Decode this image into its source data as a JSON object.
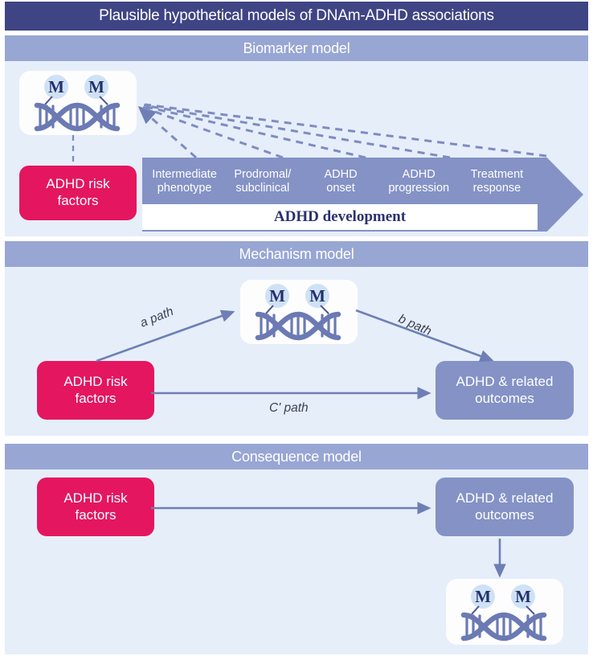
{
  "figure": {
    "title": "Plausible hypothetical models of DNAm-ADHD associations",
    "colors": {
      "title_bar": "#3f4484",
      "section_bar": "#98a6d4",
      "panel_background": "#e6eefa",
      "risk_box": "#e4165f",
      "outcome_box": "#8492c5",
      "arrow": "#6e7fb5",
      "dna_strand": "#6b7ab4",
      "methyl_circle": "#cfe2f5",
      "methyl_letter": "#23306e",
      "development_text": "#2b3170"
    }
  },
  "sections": [
    {
      "id": "biomarker",
      "title": "Biomarker model",
      "risk_box": "ADHD risk\nfactors",
      "risk_box_lines": [
        "ADHD risk",
        "factors"
      ],
      "dna_icon": "dna-methylation-icon",
      "methyl_labels": [
        "M",
        "M"
      ],
      "timeline": {
        "stages": [
          [
            "Intermediate",
            "phenotype"
          ],
          [
            "Prodromal/",
            "subclinical"
          ],
          [
            "ADHD",
            "onset"
          ],
          [
            "ADHD",
            "progression"
          ],
          [
            "Treatment",
            "response"
          ]
        ],
        "band_label": "ADHD development",
        "dashed_arrow_count": 5,
        "arrow_direction": "right"
      }
    },
    {
      "id": "mechanism",
      "title": "Mechanism model",
      "risk_box_lines": [
        "ADHD risk",
        "factors"
      ],
      "outcome_box_lines": [
        "ADHD & related",
        "outcomes"
      ],
      "dna_icon": "dna-methylation-icon",
      "methyl_labels": [
        "M",
        "M"
      ],
      "path_labels": {
        "a": "a path",
        "b": "b path",
        "c_prime": "C' path"
      }
    },
    {
      "id": "consequence",
      "title": "Consequence model",
      "risk_box_lines": [
        "ADHD risk",
        "factors"
      ],
      "outcome_box_lines": [
        "ADHD & related",
        "outcomes"
      ],
      "dna_icon": "dna-methylation-icon",
      "methyl_labels": [
        "M",
        "M"
      ]
    }
  ]
}
